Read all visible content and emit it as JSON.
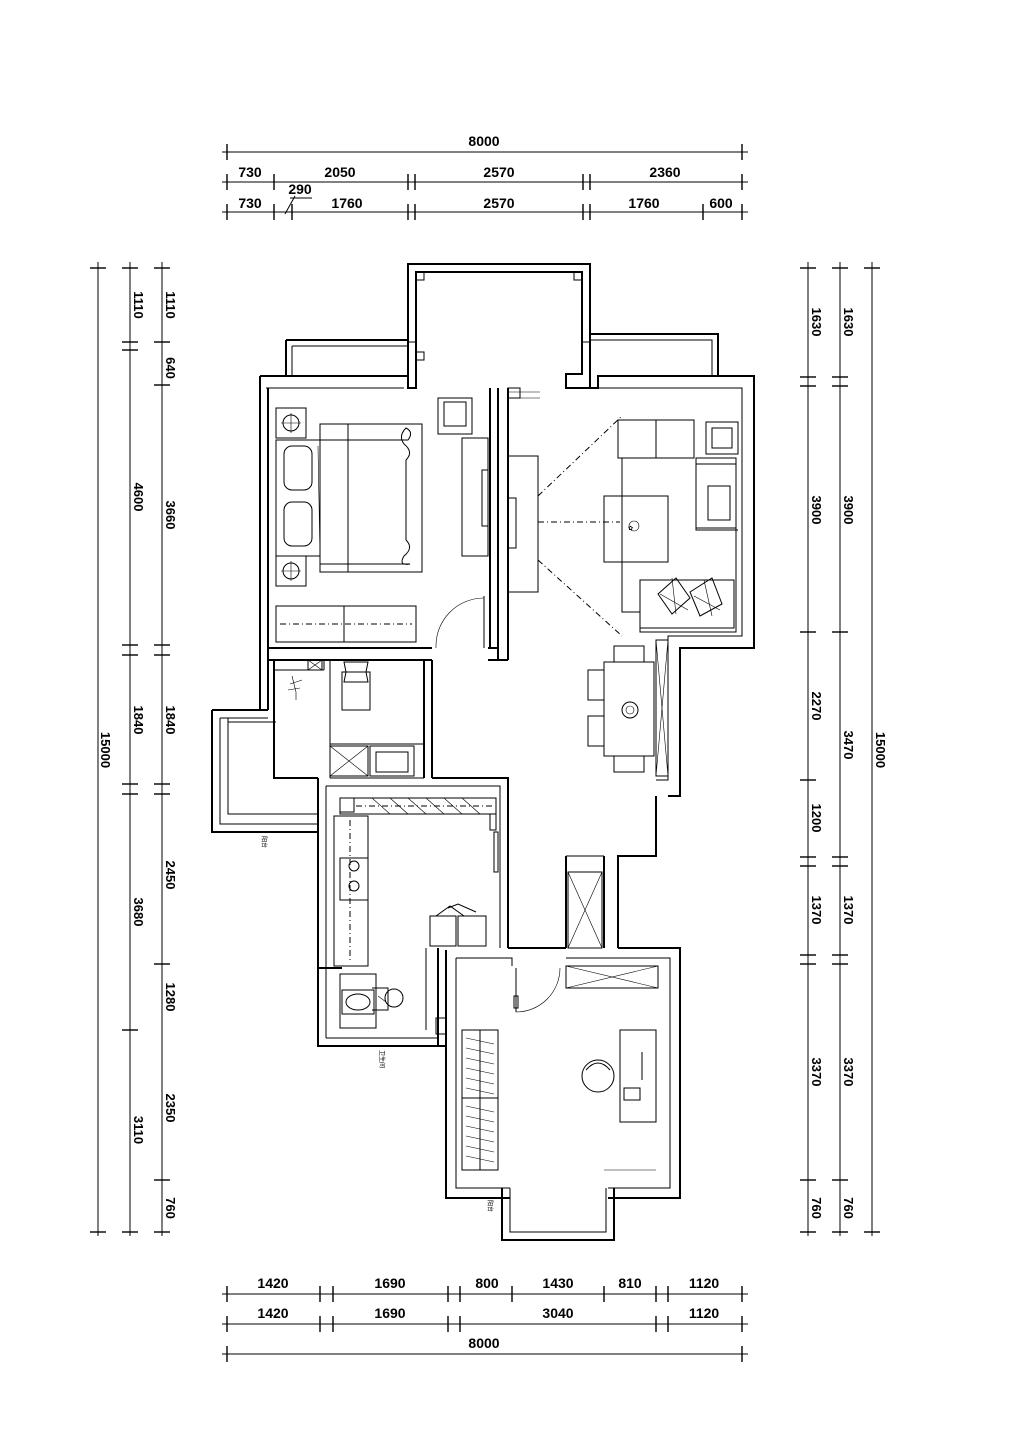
{
  "dimensions": {
    "top": {
      "overall": "8000",
      "row1": [
        "730",
        "2050",
        "2570",
        "2360"
      ],
      "row2": [
        "730",
        "1760",
        "2570",
        "1760",
        "600"
      ],
      "offset": "290"
    },
    "bottom": {
      "overall": "8000",
      "row1": [
        "1420",
        "1690",
        "800",
        "1430",
        "810",
        "1120"
      ],
      "row2": [
        "1420",
        "1690",
        "3040",
        "1120"
      ]
    },
    "left": {
      "overall": "15000",
      "outer": [
        "1110",
        "4600",
        "1840",
        "3680",
        "3110"
      ],
      "inner": [
        "1110",
        "640",
        "3660",
        "1840",
        "2450",
        "1280",
        "2350",
        "760"
      ]
    },
    "right": {
      "overall": "15000",
      "outer": [
        "1630",
        "3900",
        "2270",
        "1200",
        "1370",
        "3370",
        "760"
      ],
      "inner": [
        "1630",
        "3900",
        "3470",
        "1370",
        "3370",
        "760"
      ]
    }
  },
  "annotations": {
    "balcony_note": "阳台",
    "bath_note": "卫生间",
    "bottom_note": "阳台"
  }
}
